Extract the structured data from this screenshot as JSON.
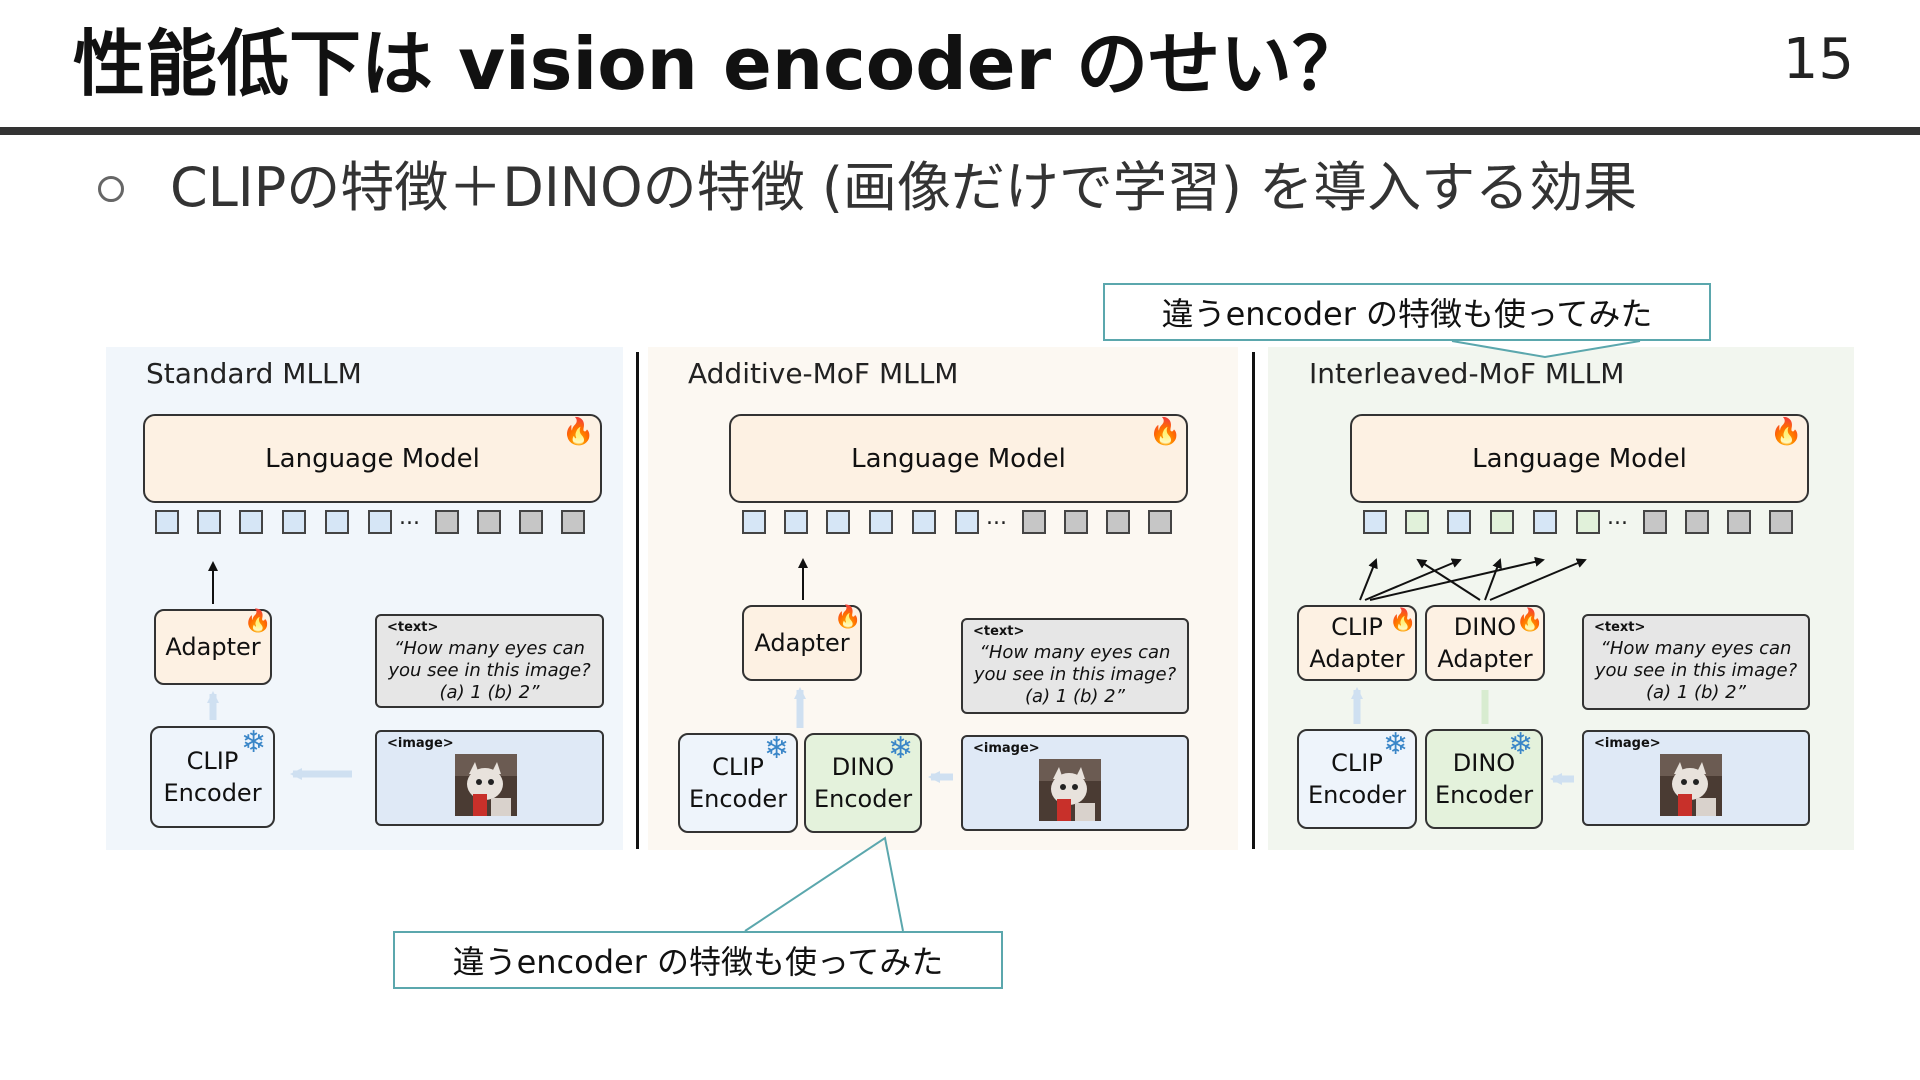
{
  "slide": {
    "title": "性能低下は vision encoder のせい？",
    "page_number": "15"
  },
  "bullet": {
    "text": "CLIPの特徴＋DINOの特徴 (画像だけで学習) を導入する効果"
  },
  "callouts": {
    "top": "違うencoder の特徴も使ってみた",
    "bottom": "違うencoder の特徴も使ってみた"
  },
  "panels": {
    "standard": {
      "title": "Standard MLLM",
      "language_model": "Language Model",
      "adapter": "Adapter",
      "clip_encoder": [
        "CLIP",
        "Encoder"
      ],
      "text_tag": "<text>",
      "prompt_lines": [
        "“How many eyes can",
        "you see in this image?",
        "(a) 1 (b) 2”"
      ],
      "image_tag": "<image>",
      "dots": "..."
    },
    "additive": {
      "title": "Additive-MoF MLLM",
      "language_model": "Language Model",
      "adapter": "Adapter",
      "clip_encoder": [
        "CLIP",
        "Encoder"
      ],
      "dino_encoder": [
        "DINO",
        "Encoder"
      ],
      "text_tag": "<text>",
      "prompt_lines": [
        "“How many eyes can",
        "you see in this image?",
        "(a) 1 (b) 2”"
      ],
      "image_tag": "<image>",
      "dots": "..."
    },
    "interleaved": {
      "title": "Interleaved-MoF MLLM",
      "language_model": "Language Model",
      "clip_adapter": [
        "CLIP",
        "Adapter"
      ],
      "dino_adapter": [
        "DINO",
        "Adapter"
      ],
      "clip_encoder": [
        "CLIP",
        "Encoder"
      ],
      "dino_encoder": [
        "DINO",
        "Encoder"
      ],
      "text_tag": "<text>",
      "prompt_lines": [
        "“How many eyes can",
        "you see in this image?",
        "(a) 1 (b) 2”"
      ],
      "image_tag": "<image>",
      "dots": "..."
    }
  },
  "icons": {
    "trainable": "fire-icon",
    "frozen": "snowflake-icon",
    "bullet": "hollow-circle-bullet"
  },
  "colors": {
    "callout_border": "#5ba7ad",
    "title_rule": "#333333",
    "standard_panel_bg": "#f1f6fb",
    "additive_panel_bg": "#fcf8f2",
    "interleaved_panel_bg": "#f2f6ef",
    "language_model_fill": "#fdf1e3",
    "clip_token": "#d6e6f6",
    "dino_token": "#e1f1da",
    "text_token": "#c6c6c6"
  }
}
